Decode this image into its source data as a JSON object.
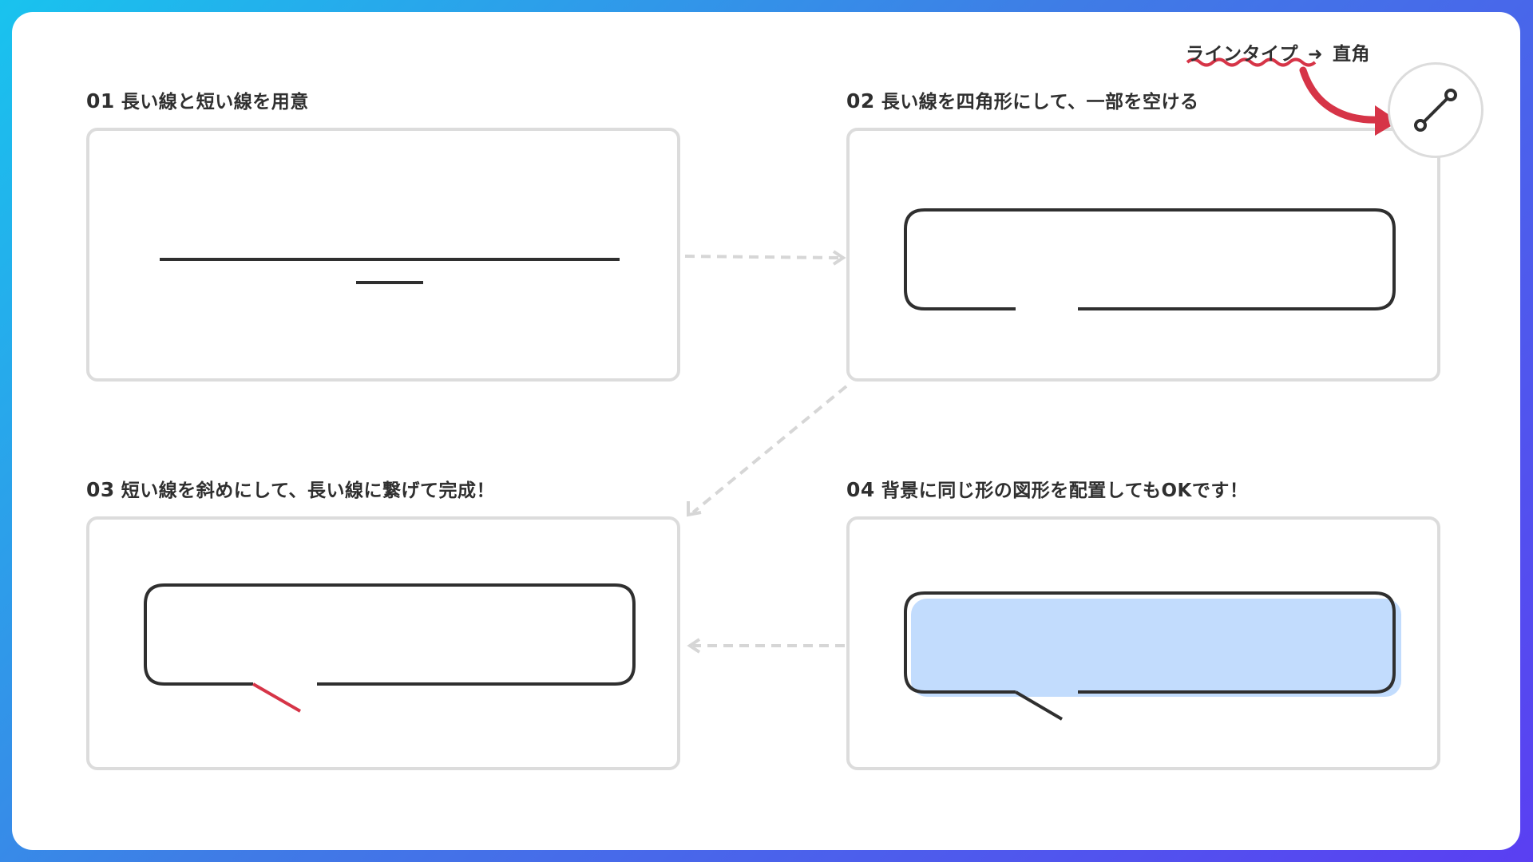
{
  "steps": [
    {
      "number": "01",
      "title": "長い線と短い線を用意"
    },
    {
      "number": "02",
      "title": "長い線を四角形にして、一部を空ける"
    },
    {
      "number": "03",
      "title": "短い線を斜めにして、長い線に繋げて完成！"
    },
    {
      "number": "04",
      "title": "背景に同じ形の図形を配置してもOKです！"
    }
  ],
  "annotation": {
    "label": "ラインタイプ",
    "arrow": "➜",
    "value": "直角",
    "tool_icon": "straight-line-tool-icon"
  },
  "colors": {
    "line": "#2f2f2f",
    "accent": "#d63447",
    "fill": "#c2dcfd",
    "panel_border": "#dcdcdc",
    "flow_arrow": "#d6d6d6"
  }
}
